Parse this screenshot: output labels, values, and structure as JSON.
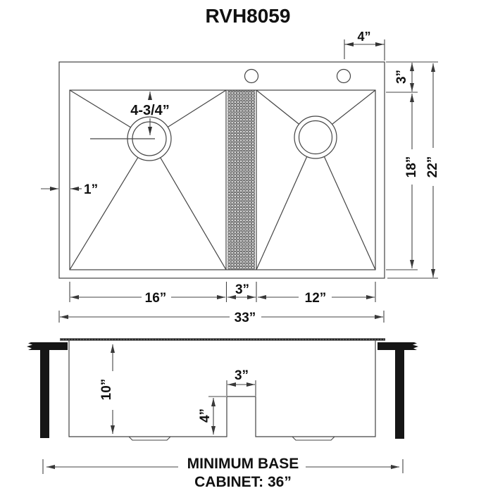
{
  "title": "RVH8059",
  "top_view": {
    "faucet_hole_offset": "4”",
    "deck_depth": "3”",
    "drain_offset_from_top": "4-3/4”",
    "rim_width": "1”",
    "bowl_front_depth": "18”",
    "overall_depth": "22”",
    "left_bowl_width": "16”",
    "divider_width": "3”",
    "right_bowl_width": "12”",
    "overall_width": "33”"
  },
  "front_view": {
    "bowl_height": "10”",
    "divider_top_width": "3”",
    "divider_height": "4”"
  },
  "footer": {
    "line1": "MINIMUM BASE",
    "line2": "CABINET: 36”"
  },
  "colors": {
    "line": "#444444",
    "text": "#111111",
    "solid_fill": "#161616"
  }
}
